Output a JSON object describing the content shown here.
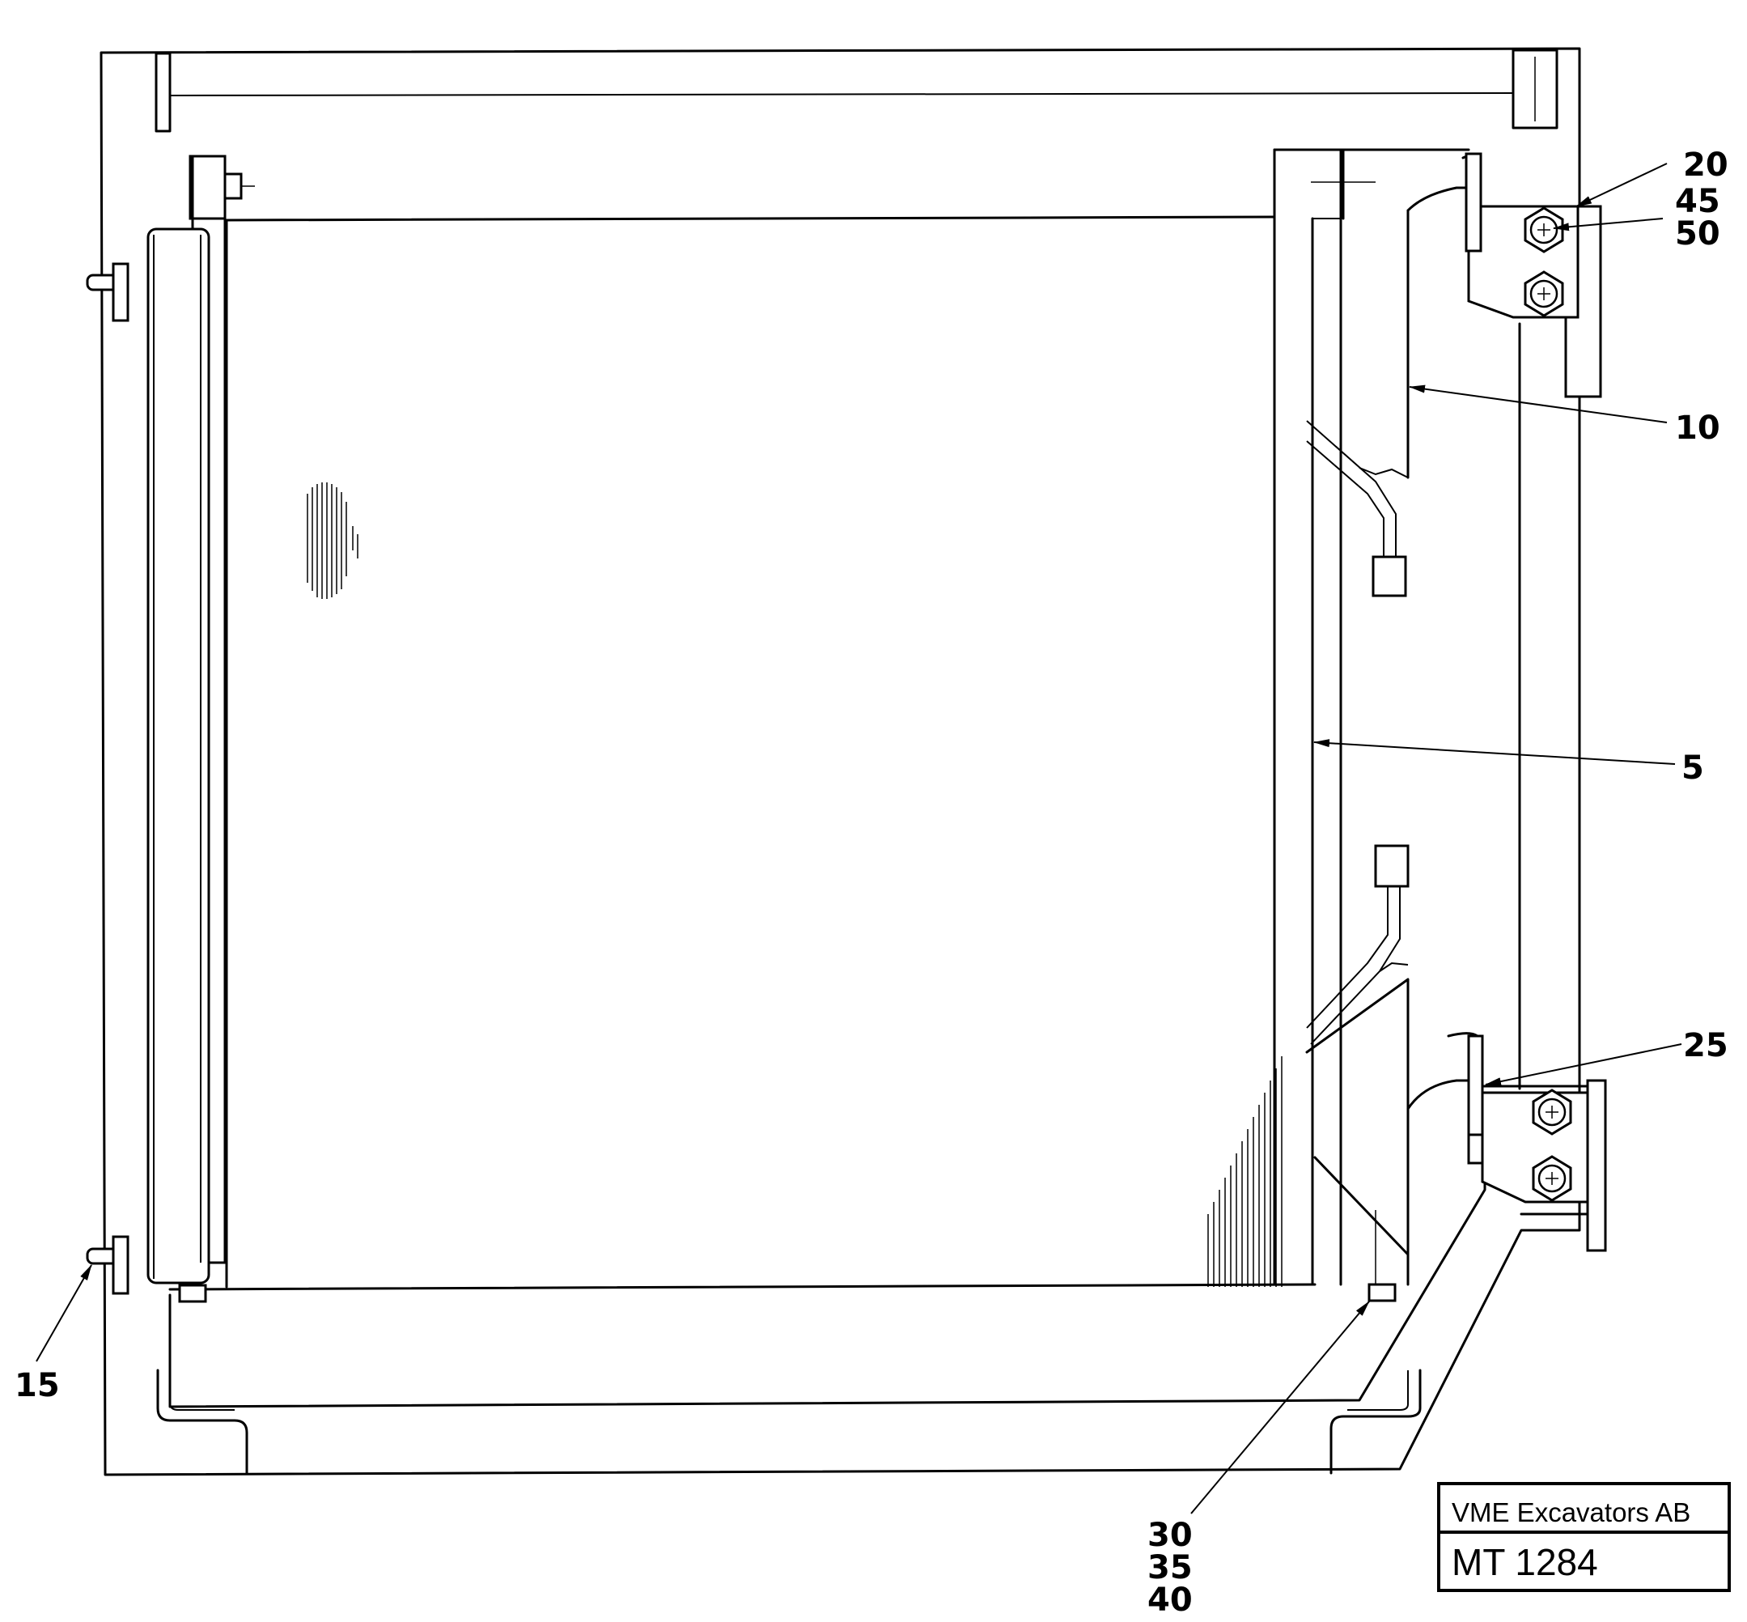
{
  "title_block": {
    "company": "VME Excavators AB",
    "drawing_number": "MT 1284"
  },
  "callouts": [
    {
      "id": "c20",
      "lines": [
        "20"
      ]
    },
    {
      "id": "c45",
      "lines": [
        "45",
        "50"
      ]
    },
    {
      "id": "c10",
      "lines": [
        "10"
      ]
    },
    {
      "id": "c5",
      "lines": [
        "5"
      ]
    },
    {
      "id": "c25",
      "lines": [
        "25"
      ]
    },
    {
      "id": "c15",
      "lines": [
        "15"
      ]
    },
    {
      "id": "c30",
      "lines": [
        "30",
        "35",
        "40"
      ]
    }
  ]
}
